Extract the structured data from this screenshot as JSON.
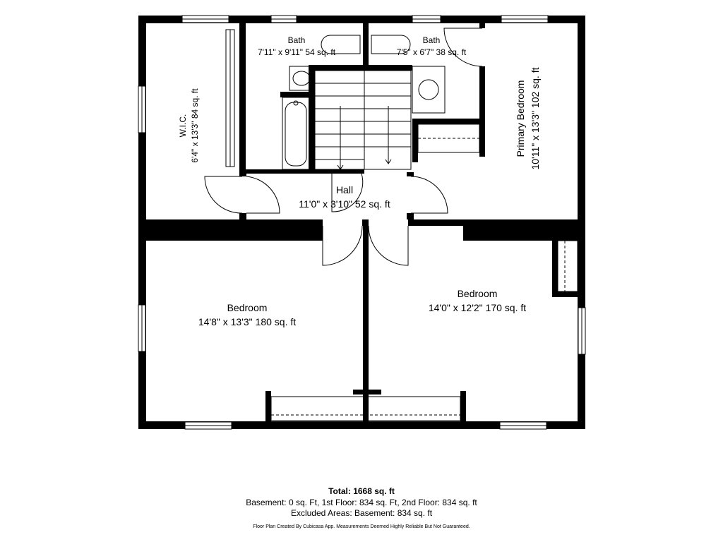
{
  "rooms": {
    "bath_left": {
      "name": "Bath",
      "dims": "7'11\" x 9'11\" 54 sq. ft"
    },
    "bath_right": {
      "name": "Bath",
      "dims": "7'5\" x 6'7\" 38 sq. ft"
    },
    "wic": {
      "name": "W.I.C.",
      "dims": "6'4\" x 13'3\" 84 sq. ft"
    },
    "primary": {
      "name": "Primary Bedroom",
      "dims": "10'11\" x 13'3\" 102 sq. ft"
    },
    "hall": {
      "name": "Hall",
      "dims": "11'0\" x 3'10\" 52 sq. ft"
    },
    "bedroom_left": {
      "name": "Bedroom",
      "dims": "14'8\" x 13'3\" 180 sq. ft"
    },
    "bedroom_right": {
      "name": "Bedroom",
      "dims": "14'0\" x 12'2\" 170 sq. ft"
    }
  },
  "footer": {
    "total": "Total: 1668 sq. ft",
    "line1": "Basement: 0 sq. Ft, 1st Floor: 834 sq. Ft, 2nd Floor: 834 sq. ft",
    "line2": "Excluded Areas: Basement: 834 sq. ft",
    "credit": "Floor Plan Created By Cubicasa App. Measurements Deemed Highly Reliable But Not Guaranteed."
  }
}
